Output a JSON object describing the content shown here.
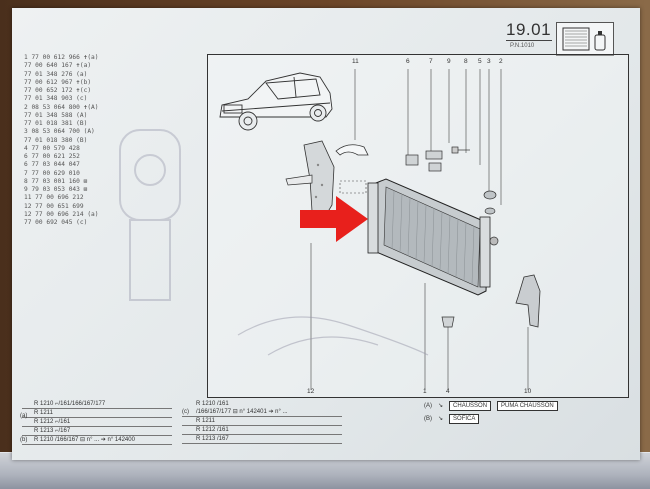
{
  "header": {
    "page_number": "19.01",
    "pn_code": "P.N.1010"
  },
  "parts_list": [
    "1 77 00 612 966 ✝(a)",
    "77 00 640 167 ✝(a)",
    "77 01 348 276 (a)",
    "77 00 612 967 ✝(b)",
    "77 00 652 172 ✝(c)",
    "77 01 348 903 (c)",
    "2 08 53 064 800 ✝(A)",
    "77 01 348 588 (A)",
    "77 01 018 381 (B)",
    "3 08 53 064 700 (A)",
    "77 01 018 380 (B)",
    "4 77 00 579 428",
    "6 77 00 621 252",
    "6 77 03 044 047",
    "7 77 00 629 010",
    "8 77 03 001 160 ⊠",
    "9 79 03 053 043 ⊠",
    "11 77 00 696 212",
    "12 77 00 651 699",
    "12 77 00 696 214 (a)",
    "77 00 692 045 (c)"
  ],
  "callouts": {
    "top": [
      "11",
      "6",
      "7",
      "9",
      "8",
      "5",
      "3",
      "2"
    ],
    "bottom": [
      "12",
      "1",
      "4",
      "10"
    ]
  },
  "variants_left": [
    "R 1210 ⌐/161/166/167/177",
    "R 1211",
    "R 1212 ⌐/161",
    "R 1213 ⌐/167",
    "R 1210 /166/167 ⊟ n° ... ➔ n° 142400"
  ],
  "variants_left_marks": [
    "(a)",
    "(b)"
  ],
  "variants_mid": [
    "R 1210 /161",
    "/166/167/177 ⊟ n° 142401 ➔ n° ...",
    "R 1211",
    "R 1212 /161",
    "R 1213 /167"
  ],
  "variants_mid_mark": "(c)",
  "legend": [
    {
      "tag": "(A)",
      "arrow": "↘",
      "labels": [
        "CHAUSSON",
        "PUMA CHAUSSON"
      ]
    },
    {
      "tag": "(B)",
      "arrow": "↘",
      "labels": [
        "SOFICA"
      ]
    }
  ],
  "colors": {
    "arrow": "#e8201c",
    "sheet": "#e6ebed",
    "ink": "#333333"
  }
}
